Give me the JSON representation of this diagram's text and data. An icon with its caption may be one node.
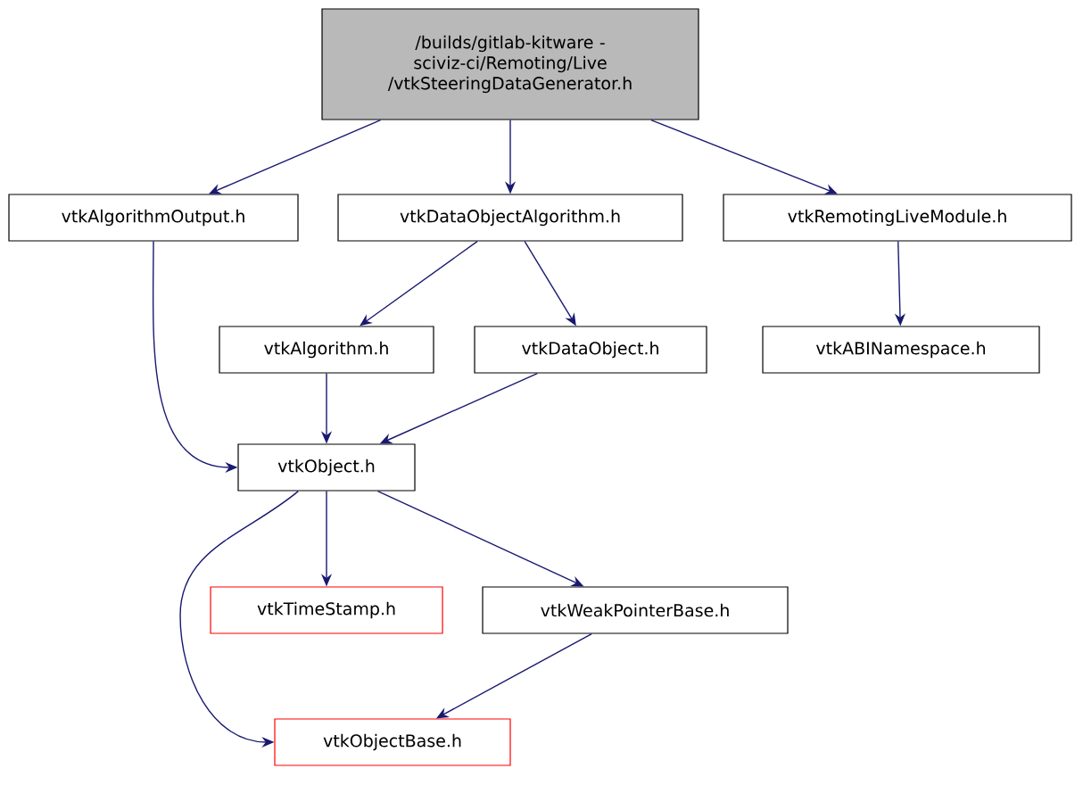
{
  "diagram": {
    "nodes": [
      {
        "text": [
          "/builds/gitlab-kitware -sciviz-ci/Remoting/Live /vtkSteeringDataGenerator.h"
        ]
      },
      {
        "text": [
          "vtkAlgorithmOutput.h"
        ]
      },
      {
        "text": [
          "vtkDataObjectAlgorithm.h"
        ]
      },
      {
        "text": [
          "vtkRemotingLiveModule.h"
        ]
      },
      {
        "text": [
          "vtkAlgorithm.h"
        ]
      },
      {
        "text": [
          "vtkDataObject.h"
        ]
      },
      {
        "text": [
          "vtkABINamespace.h"
        ]
      },
      {
        "text": [
          "vtkObject.h"
        ]
      },
      {
        "text": [
          "vtkTimeStamp.h"
        ]
      },
      {
        "text": [
          "vtkWeakPointerBase.h"
        ]
      },
      {
        "text": [
          "vtkObjectBase.h"
        ]
      }
    ],
    "edges": [
      {
        "from": 0,
        "to": 1,
        "arrow": "to"
      },
      {
        "from": 0,
        "to": 2,
        "arrow": "to"
      },
      {
        "from": 0,
        "to": 3,
        "arrow": "to"
      },
      {
        "from": 2,
        "to": 4,
        "arrow": "to"
      },
      {
        "from": 2,
        "to": 5,
        "arrow": "to"
      },
      {
        "from": 3,
        "to": 6,
        "arrow": "to"
      },
      {
        "from": 1,
        "to": 7,
        "arrow": "to"
      },
      {
        "from": 4,
        "to": 7,
        "arrow": "to"
      },
      {
        "from": 5,
        "to": 7,
        "arrow": "to"
      },
      {
        "from": 7,
        "to": 10,
        "arrow": "to"
      },
      {
        "from": 7,
        "to": 8,
        "arrow": "to"
      },
      {
        "from": 7,
        "to": 9,
        "arrow": "to"
      },
      {
        "from": 9,
        "to": 10,
        "arrow": "to"
      }
    ]
  }
}
